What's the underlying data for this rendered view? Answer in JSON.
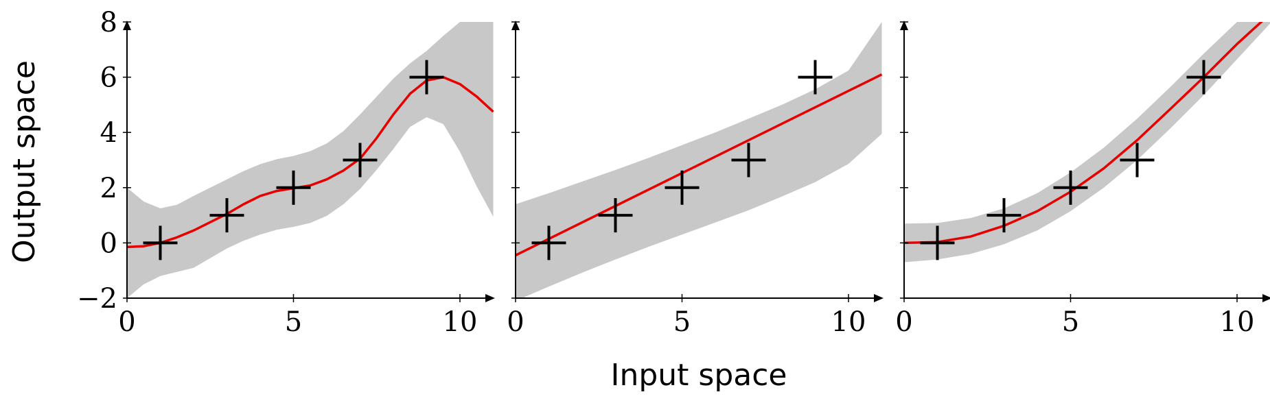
{
  "colors": {
    "mean_line": "#e60000",
    "band": "#c8c8c8",
    "marker": "#000000",
    "axis": "#000000"
  },
  "chart_data": {
    "type": "line",
    "shared_xlabel": "Input space",
    "shared_ylabel": "Output space",
    "xlim": [
      0,
      11
    ],
    "ylim": [
      -2,
      8
    ],
    "x_ticks": [
      "0",
      "5",
      "10"
    ],
    "y_ticks": [
      "−2",
      "0",
      "2",
      "4",
      "6",
      "8"
    ],
    "observations": {
      "x": [
        1,
        3,
        5,
        7,
        9
      ],
      "y": [
        0,
        1,
        2,
        3,
        6
      ]
    },
    "panels": [
      {
        "mean": {
          "x": [
            0,
            0.5,
            1,
            1.5,
            2,
            2.5,
            3,
            3.5,
            4,
            4.5,
            5,
            5.5,
            6,
            6.5,
            7,
            7.5,
            8,
            8.5,
            9,
            9.5,
            10,
            10.5,
            11
          ],
          "y": [
            -0.15,
            -0.12,
            0.0,
            0.2,
            0.45,
            0.75,
            1.05,
            1.4,
            1.7,
            1.88,
            1.98,
            2.08,
            2.3,
            2.62,
            3.05,
            3.8,
            4.65,
            5.4,
            5.88,
            6.0,
            5.75,
            5.3,
            4.75
          ]
        },
        "band": {
          "x": [
            0,
            0.5,
            1,
            1.5,
            2,
            2.5,
            3,
            3.5,
            4,
            4.5,
            5,
            5.5,
            6,
            6.5,
            7,
            7.5,
            8,
            8.5,
            9,
            9.5,
            10,
            10.5,
            11
          ],
          "lower": [
            -2.0,
            -1.5,
            -1.2,
            -1.05,
            -0.9,
            -0.55,
            -0.2,
            0.08,
            0.3,
            0.48,
            0.58,
            0.72,
            0.98,
            1.4,
            1.95,
            2.65,
            3.4,
            4.2,
            4.55,
            4.3,
            3.3,
            2.05,
            0.95
          ],
          "upper": [
            2.0,
            1.5,
            1.25,
            1.38,
            1.7,
            2.0,
            2.3,
            2.6,
            2.85,
            3.03,
            3.15,
            3.32,
            3.6,
            4.05,
            4.65,
            5.3,
            5.95,
            6.5,
            6.95,
            7.5,
            8.0,
            8.0,
            8.0
          ]
        }
      },
      {
        "mean": {
          "x": [
            0,
            11
          ],
          "y": [
            -0.45,
            6.1
          ]
        },
        "band": {
          "x": [
            0,
            1,
            2,
            3,
            4,
            5,
            6,
            7,
            8,
            9,
            10,
            11
          ],
          "lower": [
            -2.1,
            -1.58,
            -1.08,
            -0.6,
            -0.14,
            0.3,
            0.74,
            1.18,
            1.68,
            2.2,
            2.86,
            3.95
          ],
          "upper": [
            1.4,
            1.8,
            2.22,
            2.64,
            3.08,
            3.54,
            4.0,
            4.5,
            5.0,
            5.56,
            6.24,
            8.0
          ]
        }
      },
      {
        "mean": {
          "x": [
            0,
            1,
            2,
            3,
            4,
            5,
            6,
            7,
            8,
            9,
            10,
            11
          ],
          "y": [
            0.0,
            0.03,
            0.23,
            0.62,
            1.15,
            1.85,
            2.7,
            3.72,
            4.85,
            6.0,
            7.2,
            8.3
          ]
        },
        "band": {
          "x": [
            0,
            1,
            2,
            3,
            4,
            5,
            6,
            7,
            8,
            9,
            10,
            11
          ],
          "lower": [
            -0.7,
            -0.6,
            -0.4,
            -0.05,
            0.45,
            1.15,
            2.0,
            3.0,
            4.15,
            5.35,
            6.65,
            7.95
          ],
          "upper": [
            0.7,
            0.72,
            0.9,
            1.25,
            1.8,
            2.55,
            3.45,
            4.5,
            5.65,
            6.85,
            8.0,
            8.0
          ]
        }
      }
    ]
  }
}
